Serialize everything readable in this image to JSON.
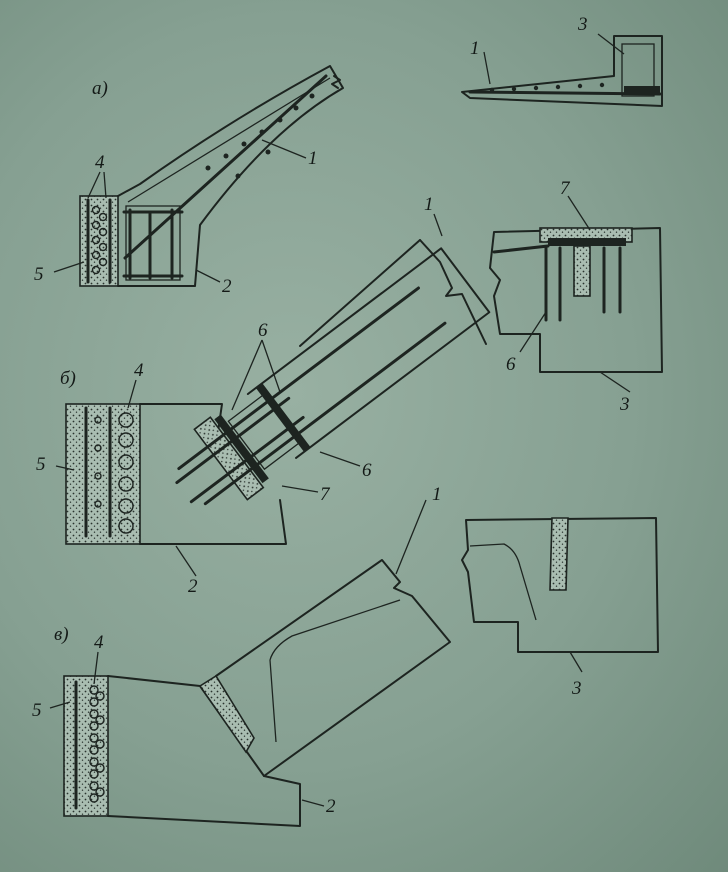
{
  "sections": {
    "a": "а)",
    "b": "б)",
    "v": "в)"
  },
  "labels": {
    "l1": "1",
    "l2": "2",
    "l3": "3",
    "l4": "4",
    "l5": "5",
    "l6": "6",
    "l7": "7"
  },
  "colors": {
    "paper": "#8ca496",
    "ink": "#1d2420"
  }
}
